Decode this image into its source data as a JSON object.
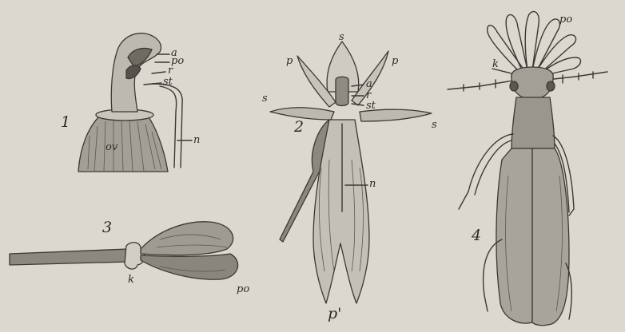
{
  "figures": [
    {
      "number": "1",
      "labels": [
        "a",
        "po",
        "r",
        "st",
        "n",
        "ov"
      ]
    },
    {
      "number": "2",
      "labels": [
        "s",
        "p",
        "p",
        "a",
        "r",
        "st",
        "s",
        "s",
        "n",
        "p'"
      ]
    },
    {
      "number": "3",
      "labels": [
        "k",
        "po"
      ]
    },
    {
      "number": "4",
      "labels": [
        "po",
        "k"
      ]
    }
  ],
  "colors": {
    "paper": "#dcd8cf",
    "ink": "#3a3834",
    "shade": "#9c9890"
  }
}
